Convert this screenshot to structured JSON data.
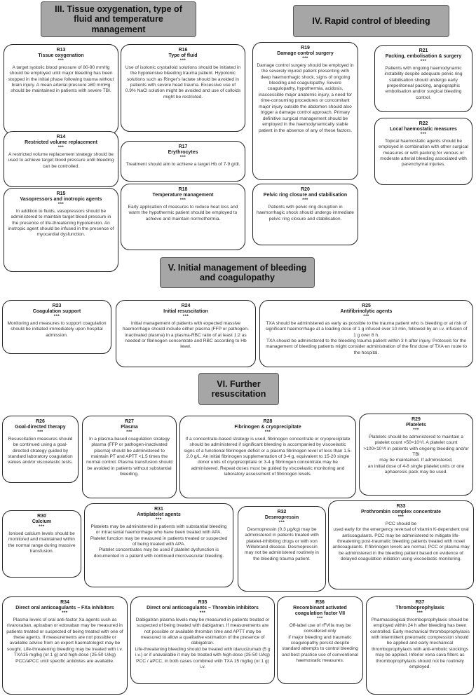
{
  "headers": {
    "h3": "III. Tissue oxygenation, type of fluid and temperature management",
    "h4": "IV. Rapid control of bleeding",
    "h5": "V. Initial management of bleeding and coagulopathy",
    "h6": "VI. Further resuscitation"
  },
  "boxes": [
    {
      "id": "r13",
      "code": "R13",
      "title": "Tissue oxygenation",
      "stars": "***",
      "text": "A target systolic blood pressure of 80-90 mmHg should be employed until major bleeding has been stopped in the initial phase following trauma without brain injury. A mean arterial pressure ≥80 mmHg should be maintained in patients with severe TBI."
    },
    {
      "id": "r14",
      "code": "R14",
      "title": "Restricted volume replacement",
      "stars": "***",
      "text": "A restricted volume replacement strategy should be used to achieve target blood pressure until bleeding can be controlled."
    },
    {
      "id": "r15",
      "code": "R15",
      "title": "Vasopressors and inotropic agents",
      "stars": "***",
      "text": "In addition to fluids, vasopressors should be administered to maintain target blood pressure in the presence of life-threatening hypotension. An inotropic agent should be infused in the presence of myocardial dysfunction."
    },
    {
      "id": "r16",
      "code": "R16",
      "title": "Type of fluid",
      "stars": "***",
      "text": "Use of isotonic crystalloid solutions should be initiated in the hypotensive bleeding trauma patient. Hypotonic solutions such as Ringer's lactate should be avoided in patients with severe head trauma. Excessive use of 0.9% NaCl solution might be avoided and use of colloids might be restricted."
    },
    {
      "id": "r17",
      "code": "R17",
      "title": "Erythrocytes",
      "stars": "***",
      "text": "Treatment should aim to achieve a target Hb of 7-9 g/dl."
    },
    {
      "id": "r18",
      "code": "R18",
      "title": "Temperature management",
      "stars": "***",
      "text": "Early application of measures to reduce heat loss and warm the hypothermic patient should be employed to achieve and maintain normothermia."
    },
    {
      "id": "r19",
      "code": "R19",
      "title": "Damage control surgery",
      "stars": "***",
      "text": "Damage control surgery should be employed in the severely injured patient presenting with deep haemorrhagic shock, signs of ongoing bleeding and coagulopathy. Severe coagulopathy, hypothermia, acidosis, inaccessible major anatomic injury, a need for time-consuming procedures or concomitant major injury outside the abdomen should also trigger a damage control approach. Primary definitive surgical management should be employed in the haemodynamically stable patient in the absence of any of these factors."
    },
    {
      "id": "r20",
      "code": "R20",
      "title": "Pelvic ring closure and stabilisation",
      "stars": "***",
      "text": "Patients with pelvic ring disruption in haemorrhagic shock should undergo immediate pelvic ring closure and stabilisation."
    },
    {
      "id": "r21",
      "code": "R21",
      "title": "Packing, embolisation & surgery",
      "stars": "***",
      "text": "Patients with ongoing haemodynamic instability despite adequate pelvic ring stabilisation should undergo early preperitoneal packing, angiographic embolisation and/or surgical bleeding control."
    },
    {
      "id": "r22",
      "code": "R22",
      "title": "Local haemostatic measures",
      "stars": "***",
      "text": "Topical haemostatic agents should be employed in combination with other surgical measures or with packing for venous or moderate arterial bleeding associated with parenchymal injuries."
    },
    {
      "id": "r23",
      "code": "R23",
      "title": "Coagulation support",
      "stars": "***",
      "text": "Monitoring and measures to support coagulation should be initiated immediately upon hospital admission."
    },
    {
      "id": "r24",
      "code": "R24",
      "title": "Initial resuscitation",
      "stars": "***",
      "text": "Initial management of patients with expected massive haemorrhage should include either plasma (FFP or pathogen-inactivated plasma) in a plasma-RBC ratio of at least 1:2 as needed or fibrinogen concentrate and RBC according to Hb level."
    },
    {
      "id": "r25",
      "code": "R25",
      "title": "Antifibrinolytic agents",
      "stars": "***",
      "text": "TXA should be administered as early as possible to the trauma patient who is bleeding or at risk of significant haemorrhage at a loading dose of 1 g infused over 10 min, followed by an i.v. infusion of 1 g over 8 h.\nTXA should be administered to the bleeding trauma patient within 3 h after injury. Protocols for the management of bleeding patients might consider administration of the first dose of TXA en route to the hospital."
    },
    {
      "id": "r26",
      "code": "R26",
      "title": "Goal-directed therapy",
      "stars": "***",
      "text": "Resuscitation measures should be continued using a goal-directed strategy guided by standard laboratory coagulation values and/or viscoelastic tests."
    },
    {
      "id": "r27",
      "code": "R27",
      "title": "Plasma",
      "stars": "***",
      "text": "In a plasma-based coagulation strategy plasma (FFP or pathogen-inactivated plasma) should be administered to maintain PT and APTT <1.5 times the normal control. Plasma transfusion should be avoided in patients without substantial bleeding."
    },
    {
      "id": "r28",
      "code": "R28",
      "title": "Fibrinogen & cryoprecipitate",
      "stars": "***",
      "text": "If a concentrate-based strategy is used, fibrinogen concentrate or cryoprecipitate should be administered if significant bleeding is accompanied by viscoelastic signs of a functional fibrinogen deficit or a plasma fibrinogen level of less than 1.5-2.0 g/L. An initial fibrinogen supplementation of 3-4 g, equivalent to 15-20 single donor units of cryoprecipitate or 3-4 g fibrinogen concentrate may be administered. Repeat doses must be guided by viscoelastic monitoring and laboratory assessment of fibrinogen levels."
    },
    {
      "id": "r29",
      "code": "R29",
      "title": "Platelets",
      "stars": "***",
      "text": "Platelets should be administered to maintain a platelet count >50×10⁹/l. A platelet count >100×10⁹/l in patients with ongoing bleeding and/or TBI\nmay be maintained. If administered,\nan initial dose of 4-8 single platelet units or one aphaeresis pack may be used."
    },
    {
      "id": "r30",
      "code": "R30",
      "title": "Calcium",
      "stars": "***",
      "text": "Ionised calcium levels should be monitored and maintained within the normal range during massive transfusion."
    },
    {
      "id": "r31",
      "code": "R31",
      "title": "Antiplatelet agents",
      "stars": "***",
      "text": "Platelets may be administered in patients with substantial bleeding or intracranial haemorrhage who have been treated with APA. Platelet function may be measured in patients treated or suspected of being treated with APA.\nPlatelet concentrates may be used if platelet dysfunction is documented in a patient with continued microvascular bleeding."
    },
    {
      "id": "r32",
      "code": "R32",
      "title": "Desmopressin",
      "stars": "***",
      "text": "Desmopressin (0.3 µg/kg) may be administered in patients treated with platelet-inhibiting drugs or with von Willebrand disease. Desmopressin may not be administered routinely in the bleeding trauma patient."
    },
    {
      "id": "r33",
      "code": "R33",
      "title": "Prothrombin complex concentrate",
      "stars": "***",
      "text": "PCC should be\nused early for the emergency reversal of vitamin K-dependent oral anticoagulants. PCC may be administered to mitigate life-threatening post-traumatic bleeding patients treated with novel anticoagulants. If fibrinogen levels are normal, PCC or plasma may be administered in the bleeding patient based on evidence of delayed coagulation initiation using viscoelastic monitoring."
    },
    {
      "id": "r34",
      "code": "R34",
      "title": "Direct oral anticoagulants – FXa inhibitors",
      "stars": "***",
      "text": "Plasma levels of oral anti-factor Xa agents such as rivaroxaban, apixaban or edoxaban may be measured in patients treated or suspected of being treated with one of these agents. If measurements are not possible or available advice from an expert haematologist may be sought. Life-threatening bleeding may be treated with i.v. TXA15 mg/kg (or 1 g) and high-dose (25-50 U/kg)\nPCC/aPCC until specific antidotes are available."
    },
    {
      "id": "r35",
      "code": "R35",
      "title": "Direct oral anticoagulants – Thrombin inhibitors",
      "stars": "***",
      "text": "Dabigatran plasma levels may be measured in patients treated or suspected of being treated with dabigatran. If measurements are not possible or available thrombin time and APTT may be measured to allow a qualitative estimation of the presence of dabigatran.\nLife-threatening bleeding should be treated with idarucizumab (5 g i.v.) or if unavailable it may be treated with high-dose (25-50 U/kg) PCC / aPCC, in both cases combined with TXA 15 mg/kg (or 1 g) i.v."
    },
    {
      "id": "r36",
      "code": "R36",
      "title": "Recombinant activated coagulation factor VII",
      "stars": "***",
      "text": "Off-label use of rFVIIa may be considered only\nif major bleeding and traumatic coagulopathy persist despite standard attempts to control bleeding and best practice use of conventional haemostatic measures."
    },
    {
      "id": "r37",
      "code": "R37",
      "title": "Thromboprophylaxis",
      "stars": "***",
      "text": "Pharmacological thromboprophylaxis should be employed within 24 h after bleeding has been controlled. Early mechanical thromboprophylaxis with intermittent pneumatic compression should be applied and early mechanical thromboprophylaxis with anti-embolic stockings may be applied. Inferior vena cava filters as thromboprophylaxis should not be routinely employed."
    }
  ]
}
